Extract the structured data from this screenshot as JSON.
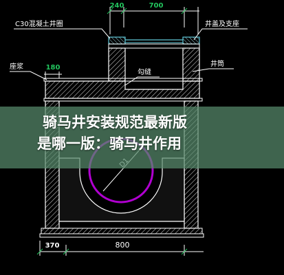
{
  "labels": {
    "dim_top_left": "240",
    "dim_top_right": "700",
    "dim_left_wall": "180",
    "dim_bottom_left": "370",
    "dim_bottom_right": "800",
    "ring_label": "C30混凝土井圈",
    "cover_label": "井盖及支座",
    "mortar_label": "座浆",
    "shaft_label": "井筒",
    "joint_label": "勾缝",
    "pipe_label": "D1"
  },
  "banner": {
    "line1": "骑马井安装规范最新版",
    "line2": "是哪一版：骑马井作用"
  },
  "colors": {
    "background": "#000000",
    "outline": "#ffffff",
    "hatch": "#bfbfbf",
    "dimension": "#22c55e",
    "pipe": "#b000d0",
    "cover": "#5fc8d8",
    "leader": "#ffffff"
  }
}
